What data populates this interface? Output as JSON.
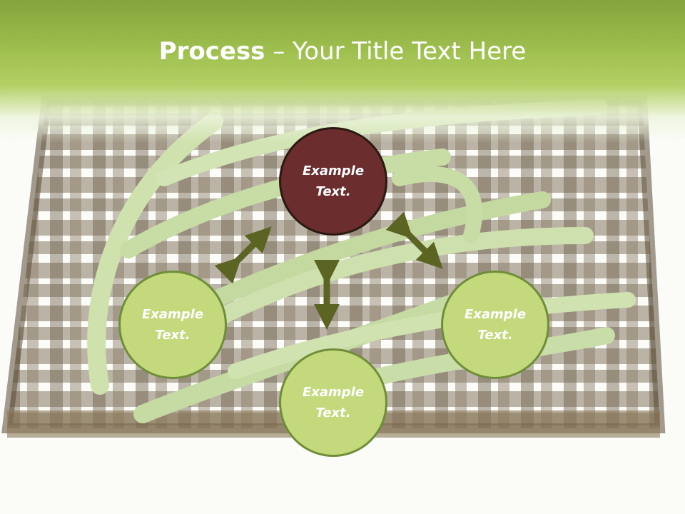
{
  "slide": {
    "title_bold": "Process",
    "title_rest": " – Your Title Text Here"
  },
  "diagram": {
    "nodes": [
      {
        "id": "top",
        "label": "Example\nText."
      },
      {
        "id": "left",
        "label": "Example\nText."
      },
      {
        "id": "bottom",
        "label": "Example\nText."
      },
      {
        "id": "right",
        "label": "Example\nText."
      }
    ]
  },
  "colors": {
    "header_green": "#8fb043",
    "node_fill": "#c3d97c",
    "node_border": "#6f8d3a",
    "top_node_fill": "#6b2d2e",
    "arrow": "#5c6424",
    "basket": "#6b5a42",
    "beans": "#c6dca3"
  },
  "background_image": "woven basket with green beans"
}
